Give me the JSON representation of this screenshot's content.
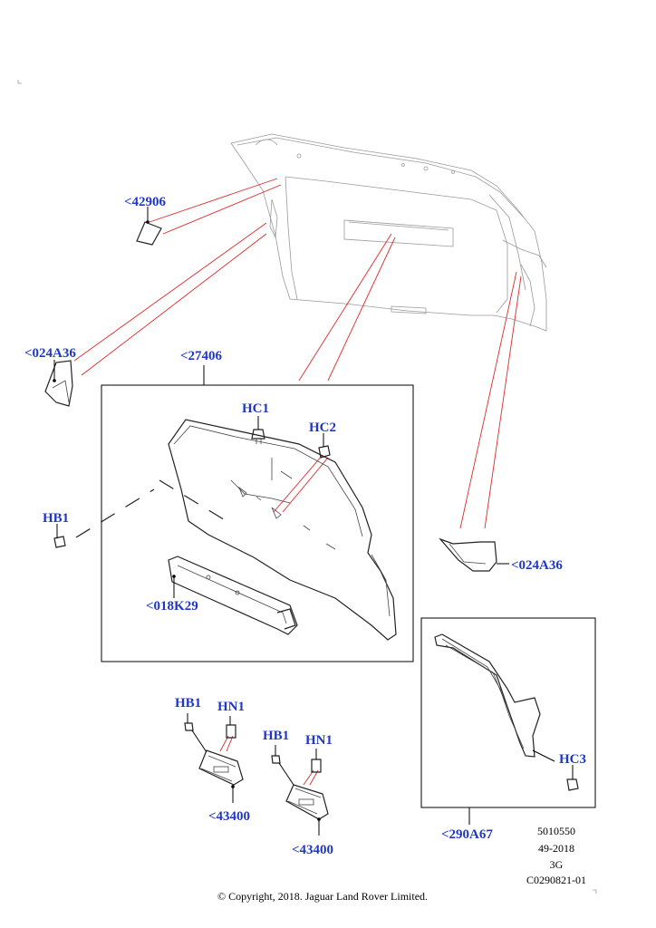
{
  "labels": {
    "part_42906": "<42906",
    "part_024A36_left": "<024A36",
    "part_27406": "<27406",
    "hc1": "HC1",
    "hc2": "HC2",
    "hb1_main": "HB1",
    "part_018K29": "<018K29",
    "part_024A36_right": "<024A36",
    "hb1_a": "HB1",
    "hn1_a": "HN1",
    "part_43400_a": "<43400",
    "hb1_b": "HB1",
    "hn1_b": "HN1",
    "part_43400_b": "<43400",
    "hc3": "HC3",
    "part_290A67": "<290A67"
  },
  "meta": {
    "ref1": "5010550",
    "ref2": "49-2018",
    "ref3": "3G",
    "ref4": "C0290821-01",
    "copyright": "© Copyright, 2018. Jaguar Land Rover Limited."
  }
}
